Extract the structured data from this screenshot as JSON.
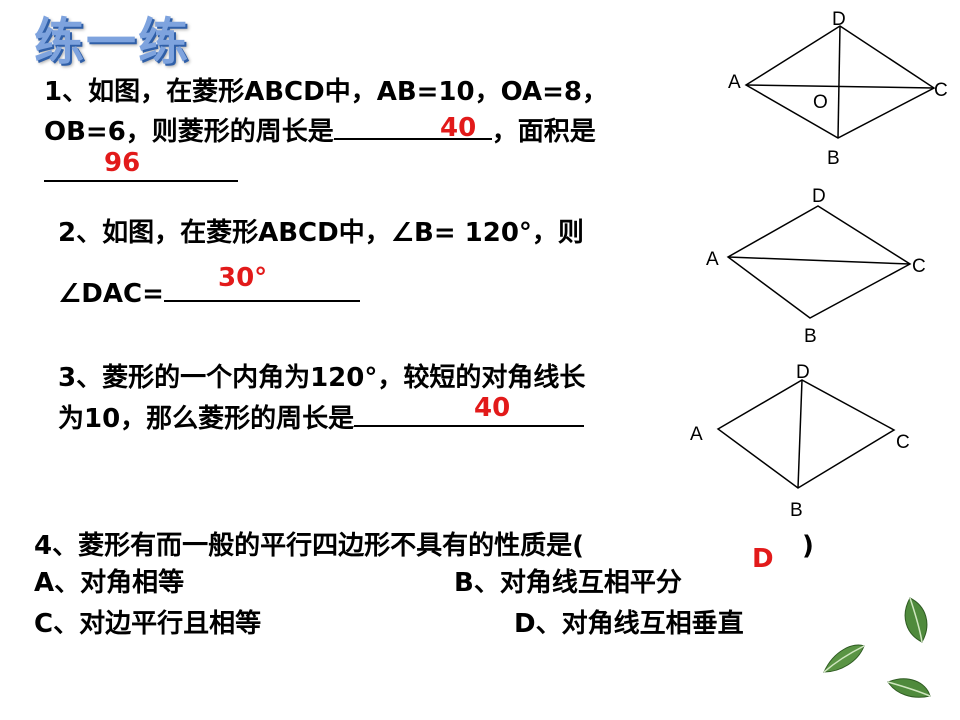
{
  "title": "练一练",
  "q1": {
    "line1": "1、如图，在菱形ABCD中，AB=10，OA=8，",
    "line2_prefix": "OB=6，则菱形的周长是",
    "line2_suffix": "，面积是",
    "answer_perimeter": "40",
    "answer_area": "96"
  },
  "q2": {
    "line1": "2、如图，在菱形ABCD中，∠B= 120°，则",
    "line2_prefix": "∠DAC=",
    "answer": "30°"
  },
  "q3": {
    "line1": "3、菱形的一个内角为120°，较短的对角线长",
    "line2_prefix": "为10，那么菱形的周长是",
    "answer": "40"
  },
  "q4": {
    "stem": "4、菱形有而一般的平行四边形不具有的性质是(",
    "close_paren": ")",
    "answer": "D",
    "options": {
      "A": "A、对角相等",
      "B": "B、对角线互相平分",
      "C": "C、对边平行且相等",
      "D": "D、对角线互相垂直"
    }
  },
  "figure1": {
    "A": "A",
    "B": "B",
    "C": "C",
    "D": "D",
    "O": "O"
  },
  "figure2": {
    "A": "A",
    "B": "B",
    "C": "C",
    "D": "D"
  },
  "figure3": {
    "A": "A",
    "B": "B",
    "C": "C",
    "D": "D"
  },
  "colors": {
    "answer": "#e21a1a",
    "title": "#7ea3de",
    "leaf": "#4f8a3c"
  },
  "decor_icon": "leaf-icon"
}
